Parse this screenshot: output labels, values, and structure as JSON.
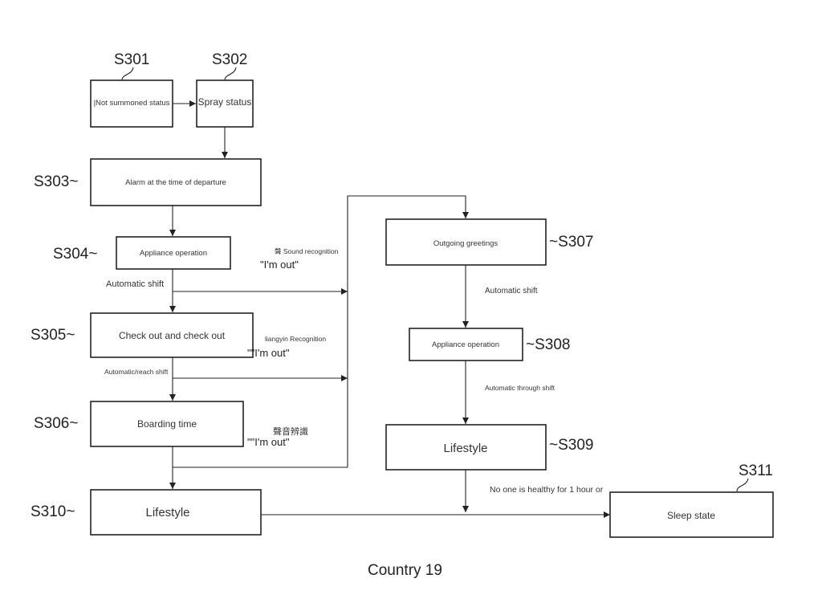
{
  "steps": {
    "s301": {
      "id": "S301",
      "label": "|Not summoned status"
    },
    "s302": {
      "id": "S302",
      "label": "Spray status"
    },
    "s303": {
      "id": "S303~",
      "label": "Alarm at the time of departure"
    },
    "s304": {
      "id": "S304~",
      "label": "Appliance operation"
    },
    "s305": {
      "id": "S305~",
      "label": "Check out and check out"
    },
    "s306": {
      "id": "S306~",
      "label": "Boarding time"
    },
    "s307": {
      "id": "~S307",
      "label": "Outgoing greetings"
    },
    "s308": {
      "id": "~S308",
      "label": "Appliance operation"
    },
    "s309": {
      "id": "~S309",
      "label": "Lifestyle"
    },
    "s310": {
      "id": "S310~",
      "label": "Lifestyle"
    },
    "s311": {
      "id": "S311",
      "label": "Sleep state"
    }
  },
  "transitions": {
    "t1_label": "Automatic shift",
    "t2_label": "Automatic/reach shift",
    "t3_label": "Automatic shift",
    "t4_label": "Automatic through shift",
    "t5_label": "No one is healthy for 1 hour or"
  },
  "voice": {
    "v1_label": "聲 Sound recognition",
    "v1_quote": "\"I'm out\"",
    "v2_label": "liangyin Recognition",
    "v2_quote": "\"\"I'm out\"",
    "v3_label": "聲音辨識",
    "v3_quote": "\"\"I'm out\""
  },
  "caption": "Country 19"
}
